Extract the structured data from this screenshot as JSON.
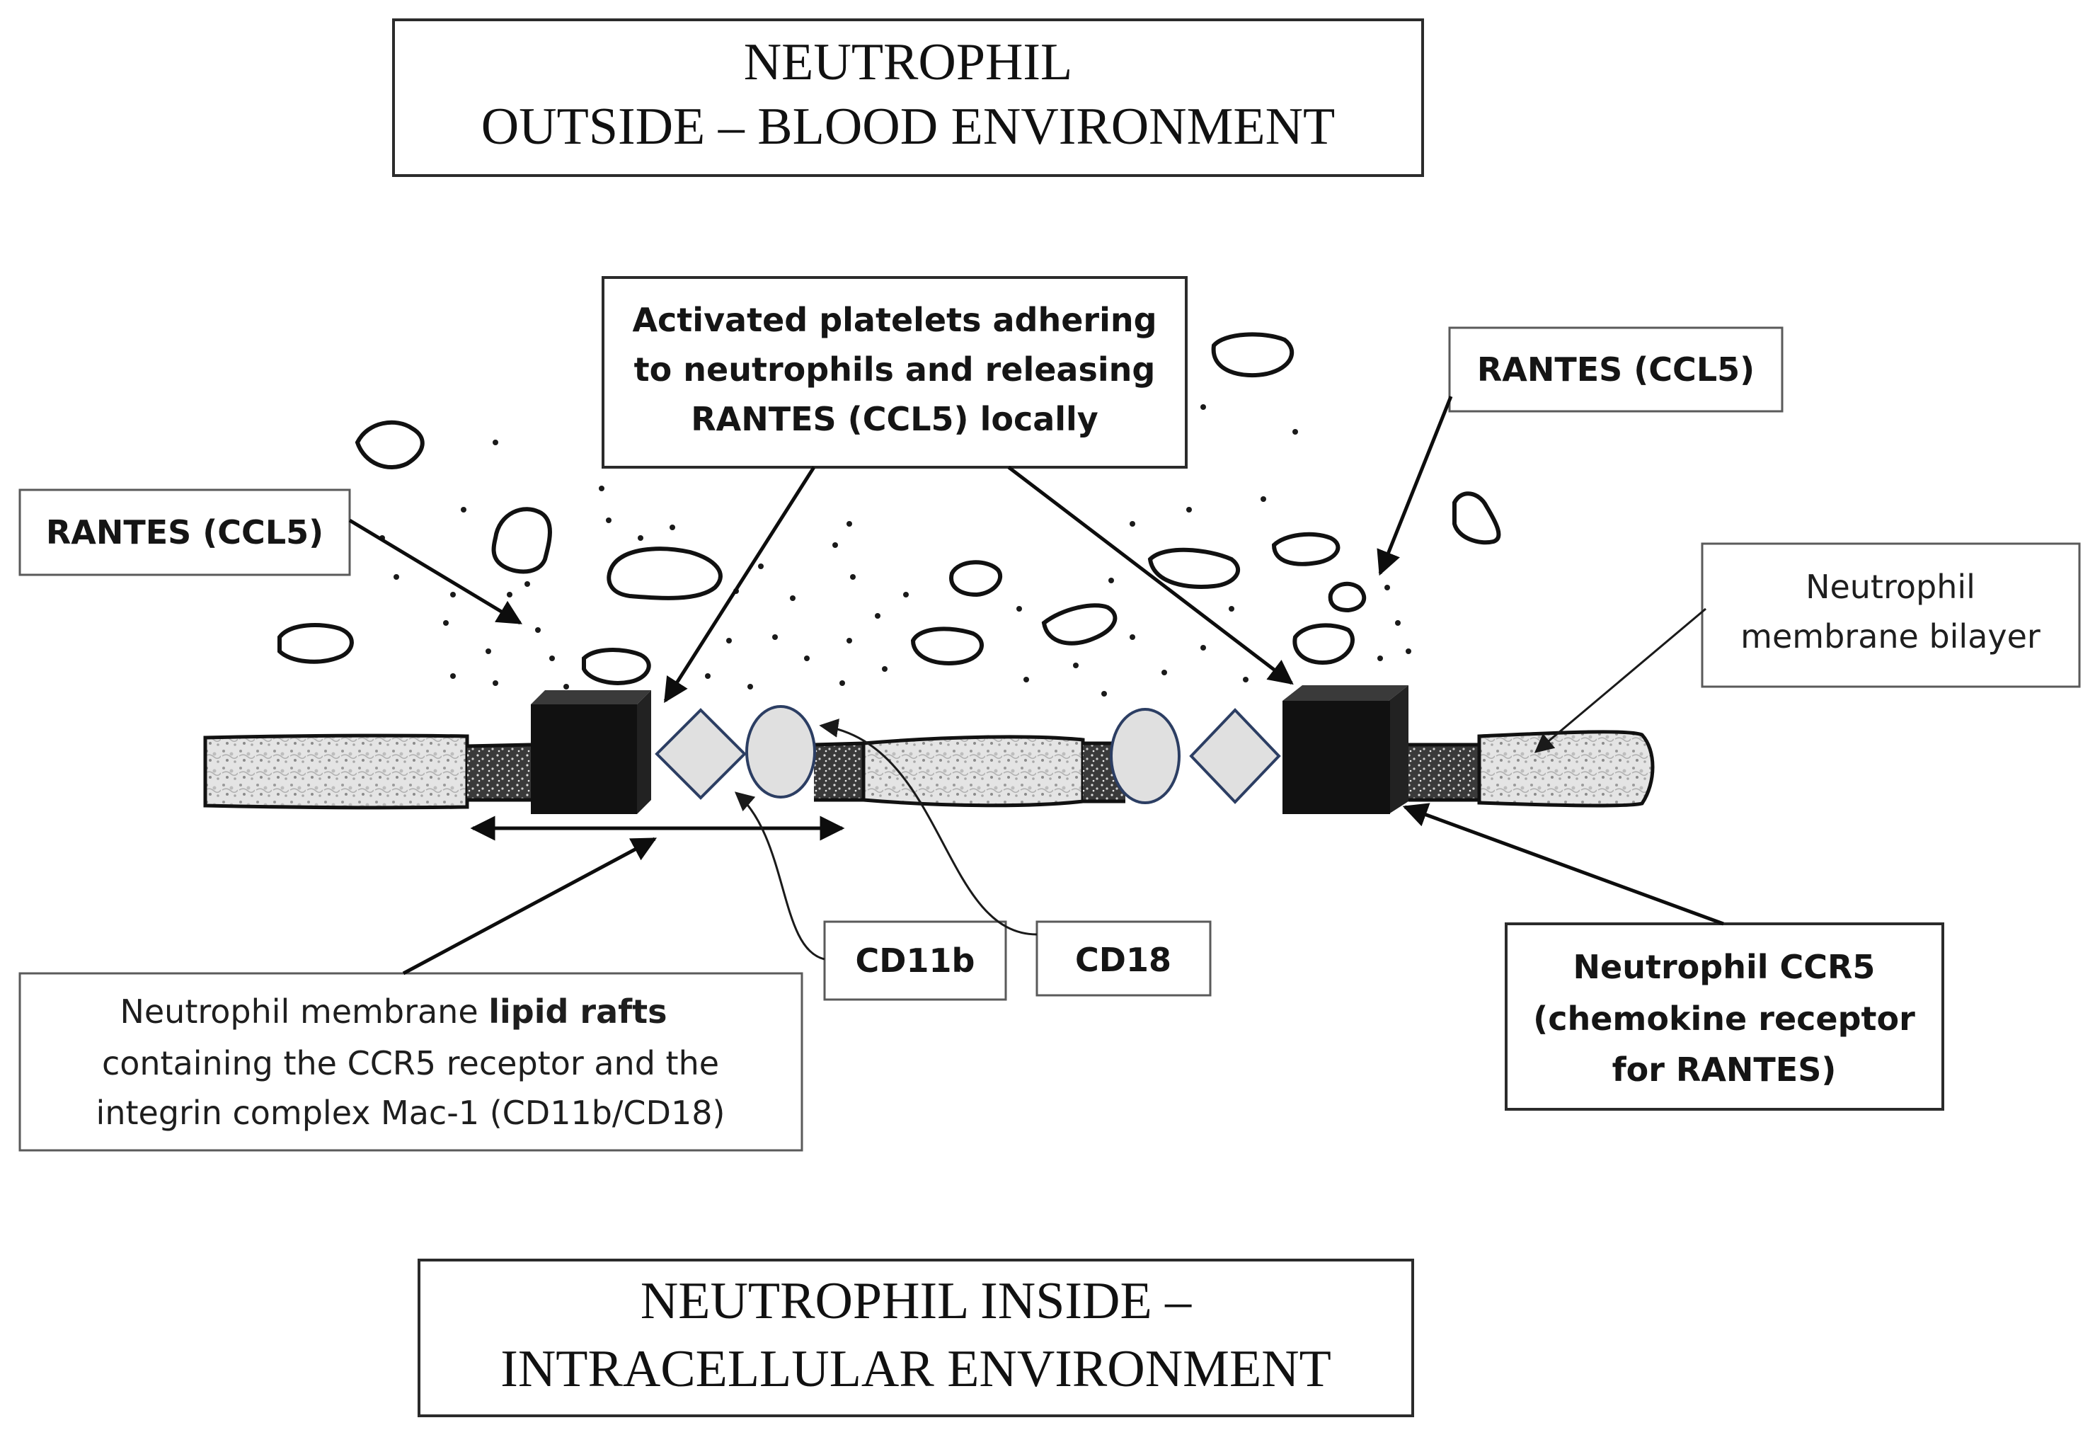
{
  "outside_title": {
    "line1": "NEUTROPHIL",
    "line2": "OUTSIDE – BLOOD ENVIRONMENT"
  },
  "inside_title": {
    "line1": "NEUTROPHIL INSIDE –",
    "line2": "INTRACELLULAR ENVIRONMENT"
  },
  "platelets_label": {
    "line1": "Activated platelets adhering",
    "line2": "to neutrophils and releasing",
    "line3": "RANTES (CCL5) locally"
  },
  "rantes_left": "RANTES (CCL5)",
  "rantes_right": "RANTES (CCL5)",
  "bilayer_label": {
    "line1": "Neutrophil",
    "line2": "membrane bilayer"
  },
  "cd11b": "CD11b",
  "cd18": "CD18",
  "ccr5_label": {
    "line1": "Neutrophil CCR5",
    "line2": "(chemokine receptor",
    "line3": "for RANTES)"
  },
  "lipid_rafts_label": {
    "line1_prefix": "Neutrophil membrane ",
    "line1_bold": "lipid rafts",
    "line2": "containing the CCR5 receptor and the",
    "line3": "integrin complex Mac-1 (CD11b/CD18)"
  },
  "colors": {
    "ligand_fill": "#e0e0e0",
    "ligand_stroke": "#2c3e63",
    "receptor_block": "#111111",
    "membrane": "#d6d6d6"
  }
}
